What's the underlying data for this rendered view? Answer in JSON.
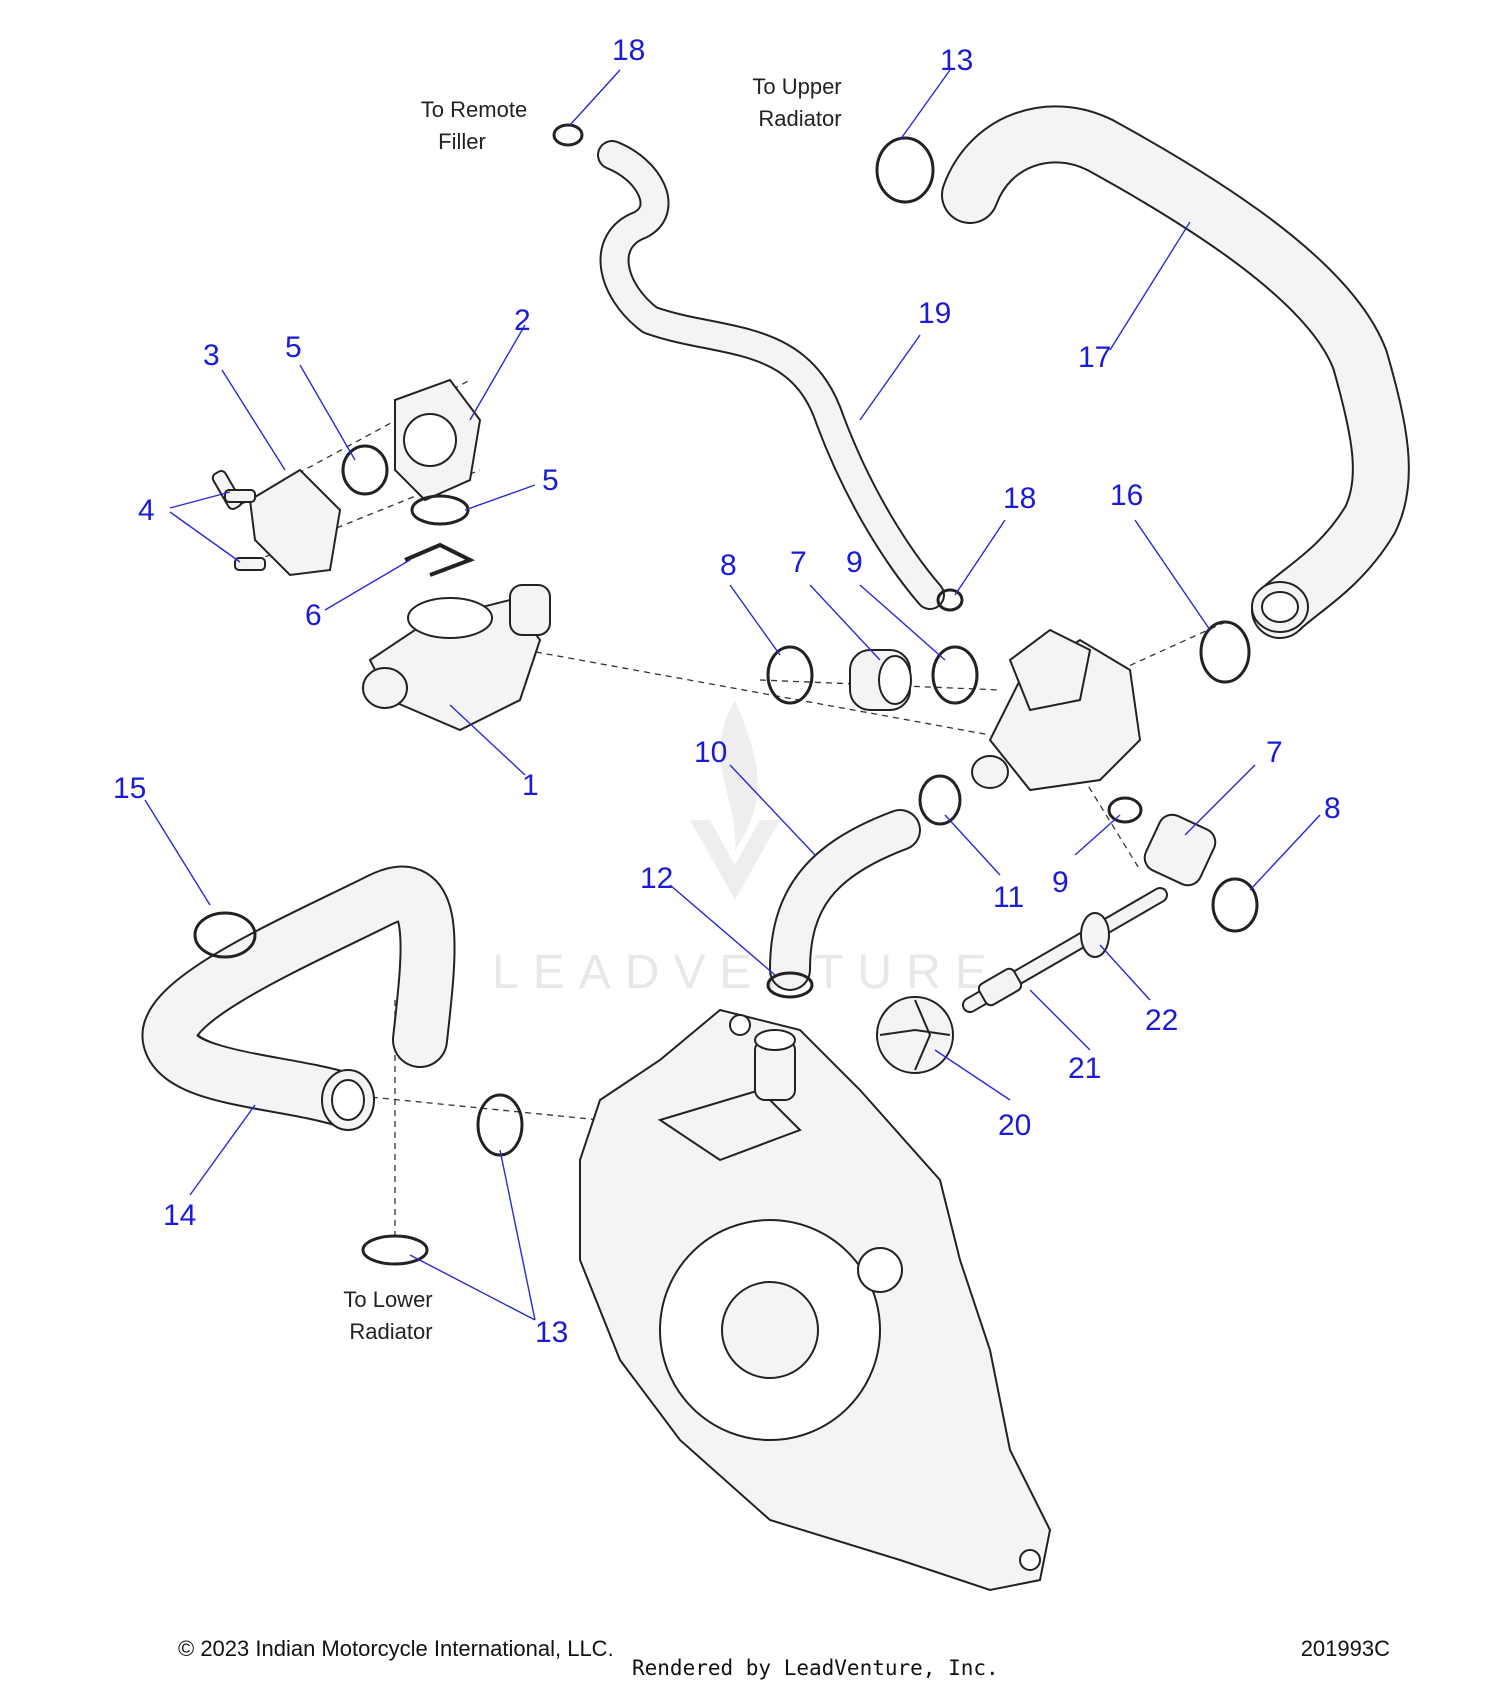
{
  "notes": {
    "remote_filler": [
      "To Remote",
      "Filler"
    ],
    "upper_radiator": [
      "To Upper",
      "Radiator"
    ],
    "lower_radiator": [
      "To Lower",
      "Radiator"
    ]
  },
  "callouts": {
    "c18a": "18",
    "c13a": "13",
    "c2": "2",
    "c3": "3",
    "c5a": "5",
    "c5b": "5",
    "c4": "4",
    "c6": "6",
    "c1": "1",
    "c19": "19",
    "c17": "17",
    "c18b": "18",
    "c16": "16",
    "c8a": "8",
    "c7a": "7",
    "c9a": "9",
    "c10": "10",
    "c7b": "7",
    "c8b": "8",
    "c9b": "9",
    "c11": "11",
    "c15": "15",
    "c12": "12",
    "c22": "22",
    "c21": "21",
    "c20": "20",
    "c14": "14",
    "c13b": "13"
  },
  "watermark": "LEADVENTURE",
  "footer": {
    "copyright": "© 2023 Indian Motorcycle International, LLC.",
    "diagram_code": "201993C",
    "rendered_by": "Rendered by LeadVenture, Inc."
  },
  "colors": {
    "callout": "#1a1ad8",
    "line": "#222222",
    "part_fill": "#f4f4f4"
  }
}
